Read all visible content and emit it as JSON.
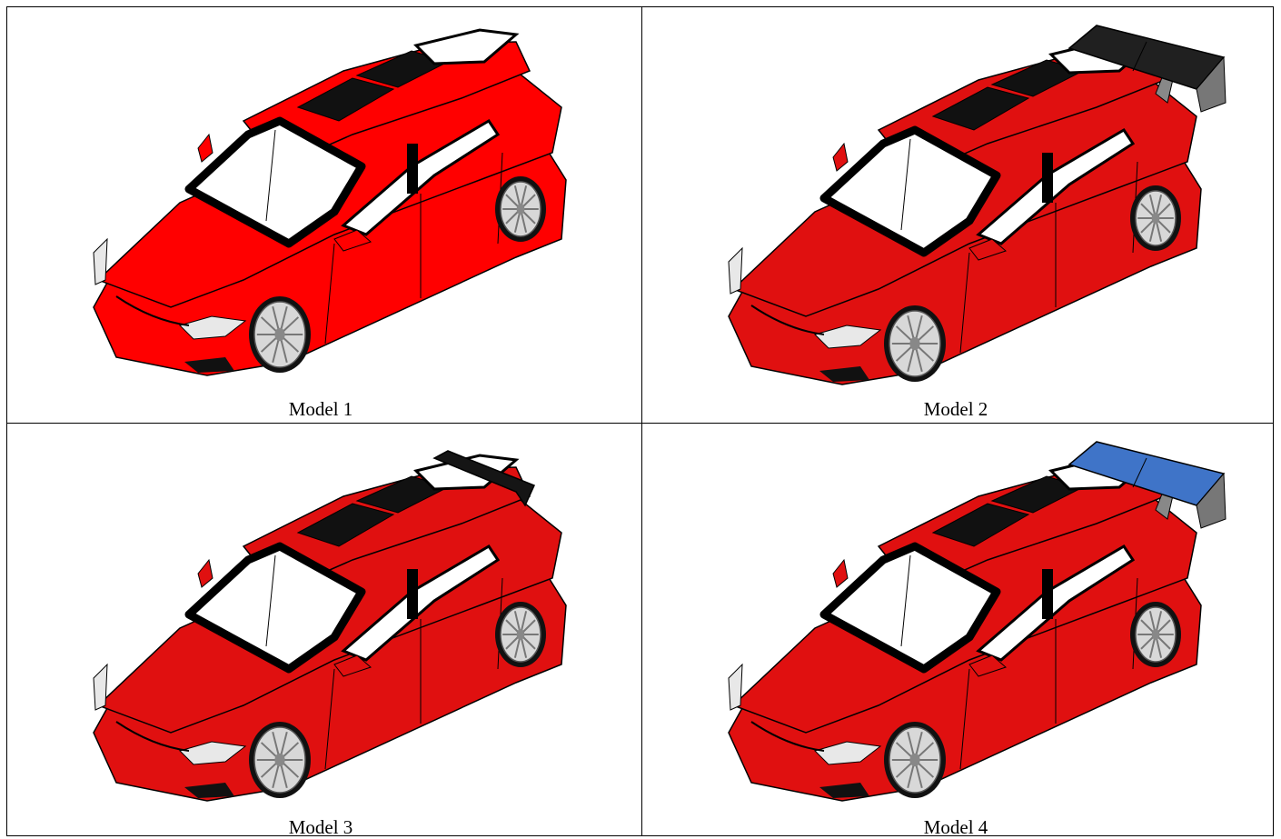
{
  "figure": {
    "panels": [
      {
        "caption": "Model 1",
        "spoiler": "none",
        "body_color": "#ff0000"
      },
      {
        "caption": "Model 2",
        "spoiler": "tall-wing",
        "body_color": "#e01010",
        "spoiler_color": "#202020"
      },
      {
        "caption": "Model 3",
        "spoiler": "low-lip",
        "body_color": "#e01010",
        "spoiler_color": "#151515"
      },
      {
        "caption": "Model 4",
        "spoiler": "tall-wing",
        "body_color": "#e01010",
        "spoiler_color": "#3f74c8"
      }
    ]
  }
}
